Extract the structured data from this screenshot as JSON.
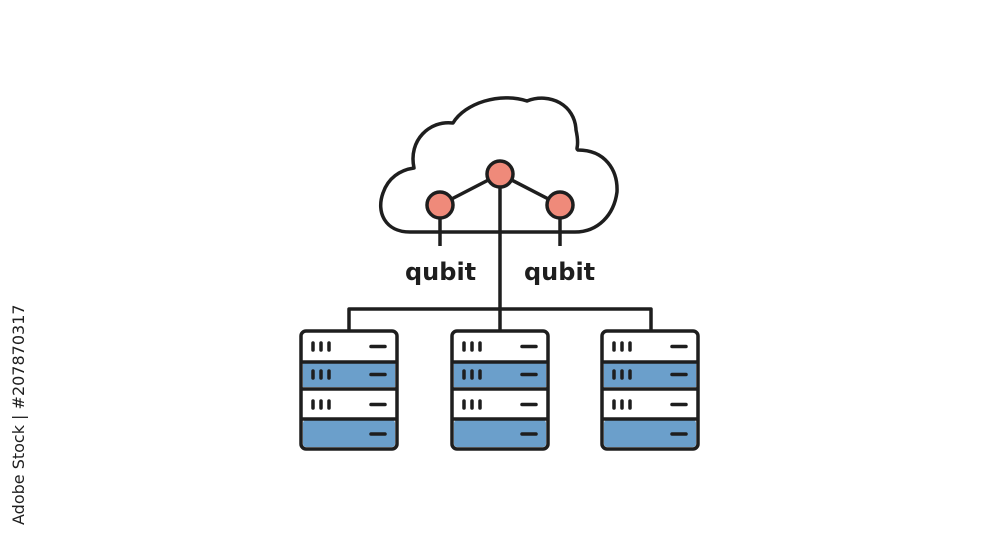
{
  "diagram": {
    "node_labels": [
      "qubit",
      "qubit"
    ],
    "watermark": "Adobe Stock | #207870317",
    "server_count": 3,
    "colors": {
      "stroke": "#1e1e1e",
      "node_fill": "#ef8a7a",
      "server_band": "#6b9fcb",
      "server_panel": "#ffffff"
    },
    "icons": [
      "cloud-icon",
      "network-node-icon",
      "server-rack-icon"
    ]
  }
}
